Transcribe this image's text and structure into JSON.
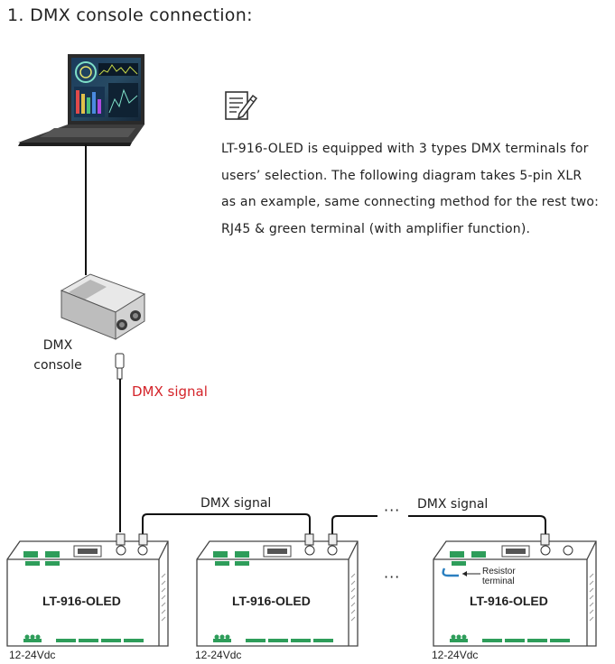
{
  "heading": "1. DMX console connection:",
  "note": {
    "icon": "note-pencil-icon",
    "lines": [
      "LT-916-OLED is equipped with 3 types DMX terminals for",
      "users’ selection. The following diagram takes 5-pin XLR",
      "as an example, same connecting method for the rest two:",
      "RJ45 & green terminal (with amplifier function)."
    ]
  },
  "console": {
    "label_line1": "DMX",
    "label_line2": "console"
  },
  "signals": {
    "red": "DMX signal",
    "link1": "DMX signal",
    "link2": "DMX signal"
  },
  "ellipsis": "···",
  "devices": [
    {
      "name": "LT-916-OLED",
      "power": "12-24Vdc"
    },
    {
      "name": "LT-916-OLED",
      "power": "12-24Vdc"
    },
    {
      "name": "LT-916-OLED",
      "power": "12-24Vdc"
    }
  ],
  "resistor": {
    "line1": "Resistor",
    "line2": "terminal"
  },
  "colors": {
    "signal_red": "#d4242a",
    "terminal_green": "#2e9d5a",
    "resistor_blue": "#2a7fc0"
  }
}
